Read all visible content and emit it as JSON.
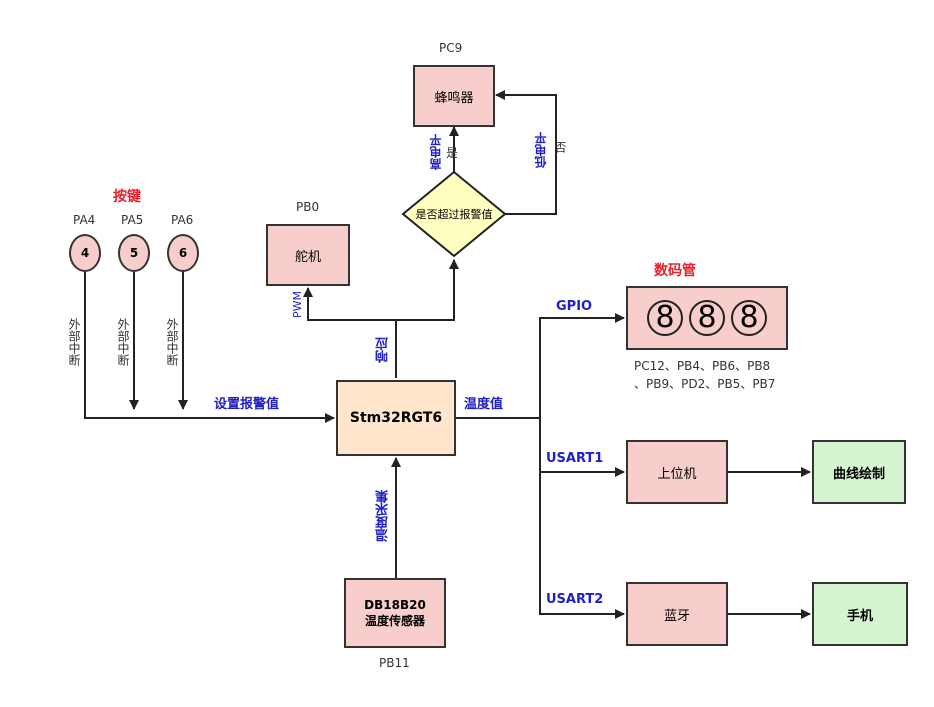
{
  "nodes": {
    "mcu": "Stm32RGT6",
    "buzzer": "蜂鸣器",
    "decision": "是否超过报警值",
    "servo": "舵机",
    "sensor_line1": "DB18B20",
    "sensor_line2": "温度传感器",
    "host": "上位机",
    "curve": "曲线绘制",
    "bluetooth": "蓝牙",
    "phone": "手机",
    "key4": "4",
    "key5": "5",
    "key6": "6",
    "seg_digits": [
      "8",
      "8",
      "8"
    ]
  },
  "labels": {
    "keys_title": "按键",
    "pa4": "PA4",
    "pa5": "PA5",
    "pa6": "PA6",
    "pc9": "PC9",
    "pb0": "PB0",
    "pb11": "PB11",
    "seg_title": "数码管",
    "seg_pins_line1": "PC12、PB4、PB6、PB8",
    "seg_pins_line2": "、PB9、PD2、PB5、PB7",
    "ext_int": "外部中断",
    "set_alarm": "设置报警值",
    "temp_value": "温度值",
    "response": "响应",
    "temp_collect": "温度采集",
    "gpio": "GPIO",
    "usart1": "USART1",
    "usart2": "USART2",
    "pwm": "PWM",
    "yes": "是",
    "no": "否",
    "high_level": "高电平",
    "low_level": "低电平"
  },
  "colors": {
    "node_pink": "#f8cecc",
    "node_green": "#d5f5d0",
    "mcu_fill": "#ffe6cc",
    "decision_fill": "#ffffc0",
    "label_blue": "#2020c8",
    "title_red": "#e8202a"
  }
}
